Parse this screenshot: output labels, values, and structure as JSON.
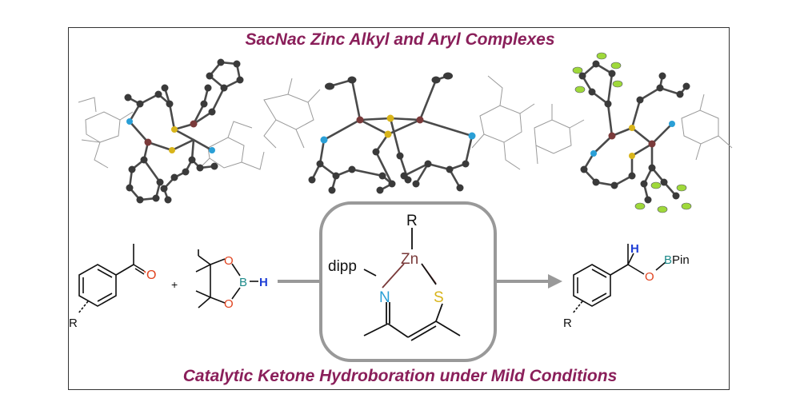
{
  "header": {
    "title": "SacNac Zinc Alkyl and Aryl Complexes"
  },
  "footer": {
    "title": "Catalytic Ketone Hydroboration under Mild Conditions"
  },
  "reactant_ketone": {
    "r_label": "R",
    "o_label": "O"
  },
  "plus": "+",
  "pinacolborane": {
    "o1": "O",
    "o2": "O",
    "b": "B",
    "h": "H"
  },
  "catalyst": {
    "r": "R",
    "zn": "Zn",
    "dipp": "dipp",
    "n": "N",
    "s": "S"
  },
  "product": {
    "h": "H",
    "o": "O",
    "bpin": "BPin",
    "r_label": "R"
  },
  "colors": {
    "title": "#8a1f5a",
    "oxygen": "#e0421e",
    "boron": "#1e8a8a",
    "hydrogen": "#1f3fd6",
    "nitrogen": "#2a9fd6",
    "sulfur": "#d8b41a",
    "zinc": "#7a3a3a",
    "fluorine": "#9fd93a"
  }
}
